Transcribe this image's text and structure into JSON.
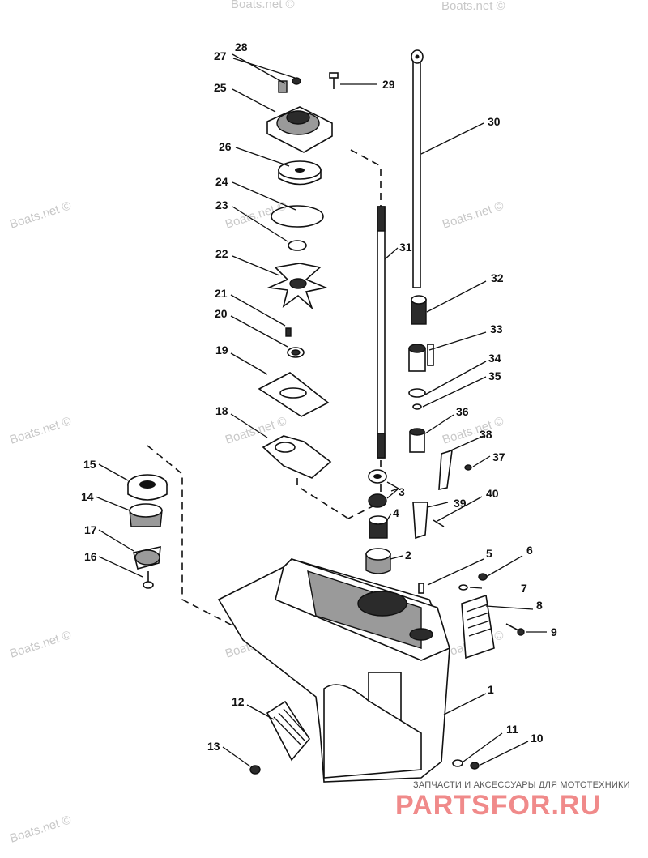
{
  "diagram": {
    "callouts": [
      "1",
      "2",
      "3",
      "4",
      "5",
      "6",
      "7",
      "8",
      "9",
      "10",
      "11",
      "12",
      "13",
      "14",
      "15",
      "16",
      "17",
      "18",
      "19",
      "20",
      "21",
      "22",
      "23",
      "24",
      "25",
      "26",
      "27",
      "28",
      "29",
      "30",
      "31",
      "32",
      "33",
      "34",
      "35",
      "36",
      "37",
      "38",
      "39",
      "40"
    ],
    "watermarks": [
      "Boats.net ©",
      "Boats.net ©",
      "Boats.net ©",
      "Boats.net ©",
      "Boats.net ©",
      "Boats.net ©",
      "Boats.net ©",
      "Boats.net ©",
      "Boats.net ©",
      "Boats.net ©",
      "Boats.net ©",
      "Boats.net ©"
    ]
  },
  "brand": {
    "tagline": "ЗАПЧАСТИ И АКСЕССУАРЫ ДЛЯ МОТОТЕХНИКИ",
    "logo_text": "PARTSFOR.RU",
    "colors": {
      "logo": "#f08a8a",
      "tagline": "#5a5a5a"
    }
  }
}
